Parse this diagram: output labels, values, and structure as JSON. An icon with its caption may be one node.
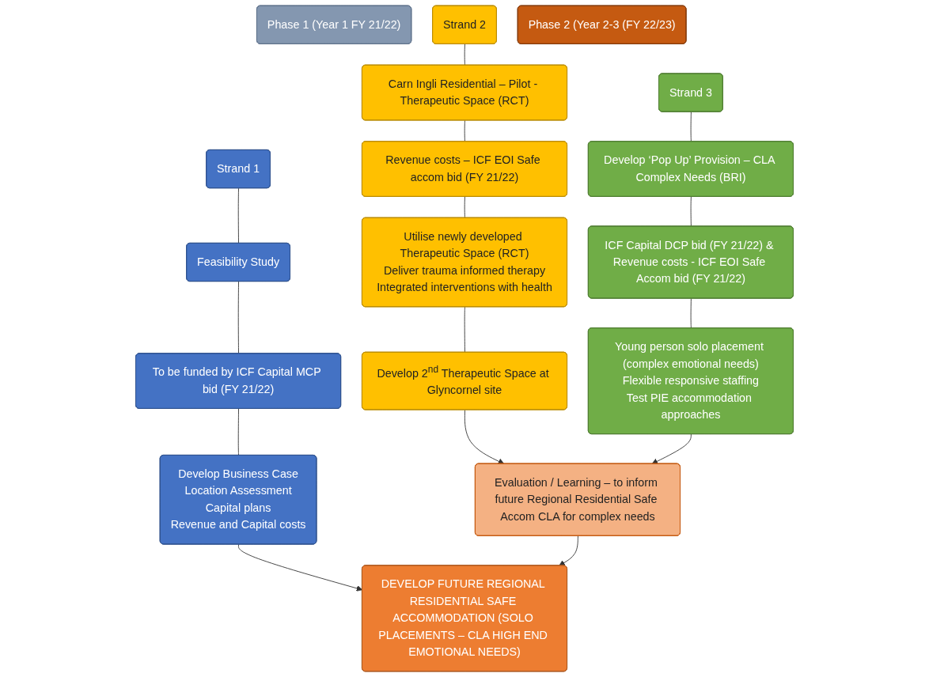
{
  "diagram": {
    "nodes": [
      {
        "text": [
          "Phase 1 (Year 1 FY 21/22)"
        ]
      },
      {
        "text": [
          "Strand 1"
        ]
      },
      {
        "text": [
          "Feasibility Study"
        ]
      },
      {
        "text": [
          "To be funded by ICF Capital MCP bid (FY 21/22)"
        ]
      },
      {
        "text": [
          "Develop Business Case",
          "Location Assessment",
          "Capital plans",
          "Revenue and Capital costs"
        ]
      },
      {
        "text": [
          "Strand 2"
        ]
      },
      {
        "text": [
          "Carn Ingli Residential – Pilot - Therapeutic Space (RCT)"
        ]
      },
      {
        "text": [
          "Revenue costs – ICF EOI Safe accom bid (FY 21/22)"
        ]
      },
      {
        "text": [
          "Utilise newly developed Therapeutic Space (RCT)",
          "Deliver trauma informed therapy",
          "Integrated interventions with health"
        ]
      },
      {
        "text": [
          "Develop 2$^{nd}$ Therapeutic Space at Glyncornel site"
        ]
      },
      {
        "text": [
          "Strand 3"
        ]
      },
      {
        "text": [
          "Develop ‘Pop Up’ Provision – CLA Complex Needs (BRI)"
        ]
      },
      {
        "text": [
          "ICF Capital DCP bid (FY 21/22) & Revenue costs - ICF EOI Safe Accom bid (FY 21/22)"
        ]
      },
      {
        "text": [
          "Young person solo placement (complex emotional needs)",
          "Flexible responsive staffing",
          "Test PIE accommodation approaches"
        ]
      },
      {
        "text": [
          "Phase 2 (Year 2-3 (FY 22/23)"
        ]
      },
      {
        "text": [
          "Evaluation / Learning – to inform future Regional Residential Safe Accom CLA for complex needs"
        ]
      },
      {
        "text": [
          "DEVELOP FUTURE REGIONAL RESIDENTIAL SAFE ACCOMMODATION (SOLO PLACEMENTS – CLA HIGH END EMOTIONAL NEEDS)"
        ]
      }
    ],
    "edges": [
      {
        "from": 1,
        "to": 2,
        "arrow": "none"
      },
      {
        "from": 2,
        "to": 3,
        "arrow": "none"
      },
      {
        "from": 3,
        "to": 4,
        "arrow": "none"
      },
      {
        "from": 4,
        "to": 16,
        "arrow": "to"
      },
      {
        "from": 5,
        "to": 6,
        "arrow": "none"
      },
      {
        "from": 6,
        "to": 7,
        "arrow": "none"
      },
      {
        "from": 7,
        "to": 8,
        "arrow": "none"
      },
      {
        "from": 8,
        "to": 9,
        "arrow": "none"
      },
      {
        "from": 9,
        "to": 15,
        "arrow": "to"
      },
      {
        "from": 10,
        "to": 11,
        "arrow": "none"
      },
      {
        "from": 11,
        "to": 12,
        "arrow": "none"
      },
      {
        "from": 12,
        "to": 13,
        "arrow": "none"
      },
      {
        "from": 13,
        "to": 15,
        "arrow": "to"
      },
      {
        "from": 15,
        "to": 16,
        "arrow": "to"
      }
    ]
  }
}
